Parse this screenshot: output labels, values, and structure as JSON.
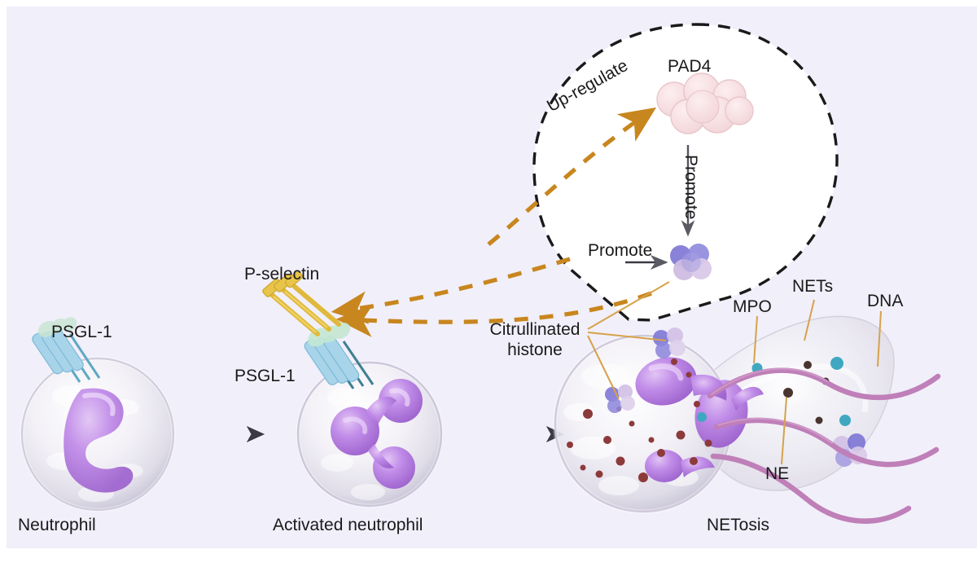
{
  "figure": {
    "title": "Neutrophil activation and NETosis pathway",
    "background_color": "#f1effa",
    "outer_color": "#ffffff"
  },
  "palette": {
    "orange_dashed": "#c8861e",
    "leader_line": "#d6a24a",
    "gray_arrow": "#4a4a52",
    "dashed_circle": "#1a1a1a",
    "nucleus_purple": "#b57ede",
    "membrane_gray": "#d8d6e0",
    "pad4_pink": "#f6dde0",
    "histone_blue": "#7b74d4",
    "histone_lavender": "#d7c4e4",
    "pselectin_yellow": "#e8c44a",
    "psgl1_blue": "#a8d4ea",
    "dna_strand": "#b munge",
    "dna_color": "#bf7fb8",
    "mpo_teal": "#3fa8c0",
    "ne_brown": "#7a3b36",
    "granule_red": "#8d3a3a",
    "text_color": "#1a1a1a"
  },
  "stages": {
    "neutrophil": {
      "caption": "Neutrophil",
      "receptor_label": "PSGL-1"
    },
    "activated_neutrophil": {
      "caption": "Activated neutrophil",
      "receptor_label": "PSGL-1",
      "ligand_label": "P-selectin"
    },
    "netosis": {
      "caption": "NETosis",
      "labels": {
        "citrullinated_histone": "Citrullinated\nhistone",
        "citrullinated_histone_line1": "Citrullinated",
        "citrullinated_histone_line2": "histone",
        "mpo": "MPO",
        "ne": "NE",
        "nets": "NETs",
        "dna": "DNA"
      }
    }
  },
  "inset": {
    "shape": "dashed-balloon-callout",
    "pad4_label": "PAD4",
    "up_regulate_label": "Up-regulate",
    "promote_vertical_label": "Promote",
    "promote_histone_label": "Promote"
  },
  "arrows": {
    "transition_1": "neutrophil-to-activated",
    "transition_2": "activated-to-netosis",
    "dashed_feedback_upper": "inset-to-psgl1-complex",
    "dashed_feedback_lower": "histone-to-psgl1-complex"
  }
}
